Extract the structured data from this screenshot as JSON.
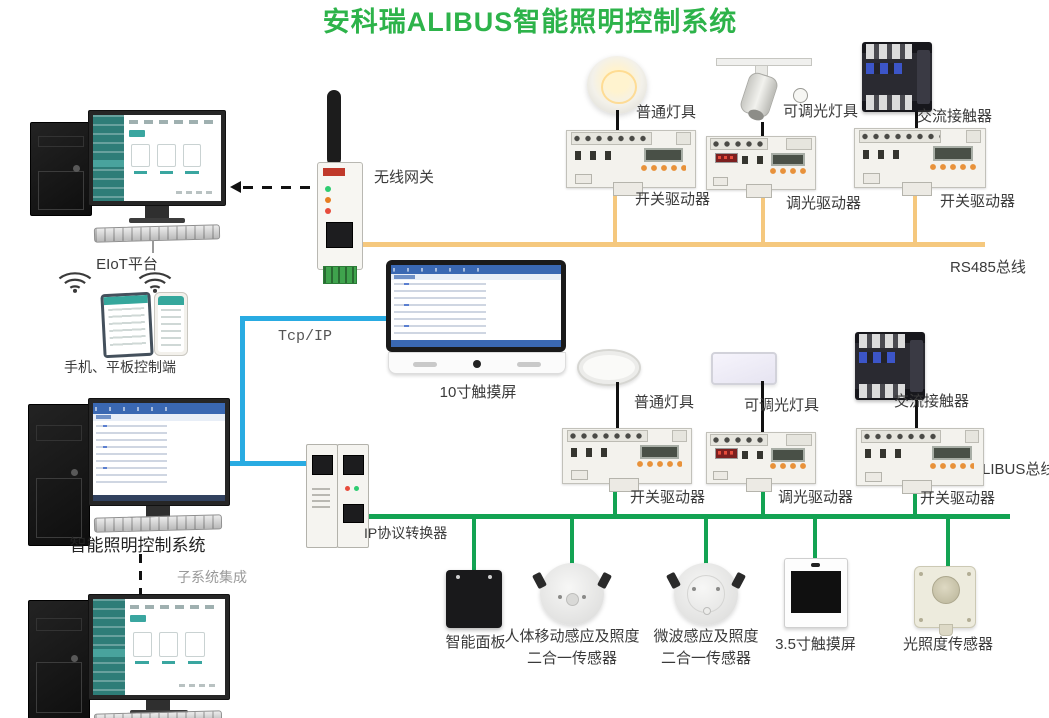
{
  "title": "安科瑞ALIBUS智能照明控制系统",
  "colors": {
    "title_green": "#2DB34A",
    "rs485_yellow": "#F5C87E",
    "alibus_green": "#13A353",
    "tcpip_blue": "#29ABE2"
  },
  "left_column": {
    "eiot_label": "EIoT平台",
    "mobile_label": "手机、平板控制端",
    "lighting_pc_label": "智能照明控制系统",
    "subsystem_label": "子系统集成"
  },
  "network": {
    "gateway_label": "无线网关",
    "tcpip_label": "Tcp/IP",
    "touch10_label": "10寸触摸屏",
    "ip_converter_label": "IP协议转换器",
    "rs485_bus_label": "RS485总线",
    "alibus_bus_label": "ALIBUS总线"
  },
  "rs485_branch": {
    "lamp_normal": "普通灯具",
    "lamp_dimmable": "可调光灯具",
    "contactor": "交流接触器",
    "driver_switch_1": "开关驱动器",
    "driver_dimming": "调光驱动器",
    "driver_switch_2": "开关驱动器"
  },
  "alibus_branch": {
    "lamp_normal": "普通灯具",
    "lamp_dimmable": "可调光灯具",
    "contactor": "交流接触器",
    "driver_switch_1": "开关驱动器",
    "driver_dimming": "调光驱动器",
    "driver_switch_2": "开关驱动器"
  },
  "field_devices": {
    "smart_panel": "智能面板",
    "pir_sensor_line1": "人体移动感应及照度",
    "pir_sensor_line2": "二合一传感器",
    "microwave_sensor_line1": "微波感应及照度",
    "microwave_sensor_line2": "二合一传感器",
    "touch35_label": "3.5寸触摸屏",
    "lux_sensor_label": "光照度传感器"
  }
}
